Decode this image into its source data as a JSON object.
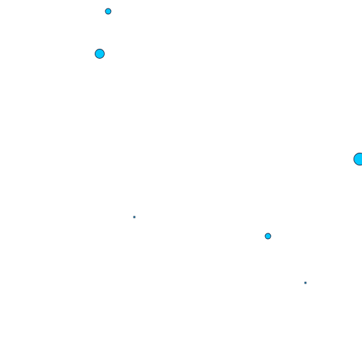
{
  "map": {
    "background": "#ffffff",
    "marker_fill": "#00c8ff",
    "marker_stroke": "#1a2a4a",
    "markers": [
      {
        "id": "marker-1",
        "shape": "circle",
        "magnitude": "small"
      },
      {
        "id": "marker-2",
        "shape": "circle",
        "magnitude": "medium"
      },
      {
        "id": "marker-3",
        "shape": "circle",
        "magnitude": "large"
      },
      {
        "id": "marker-4",
        "shape": "square",
        "magnitude": "tiny"
      },
      {
        "id": "marker-5",
        "shape": "circle",
        "magnitude": "small"
      },
      {
        "id": "marker-6",
        "shape": "square",
        "magnitude": "tiny"
      }
    ]
  }
}
